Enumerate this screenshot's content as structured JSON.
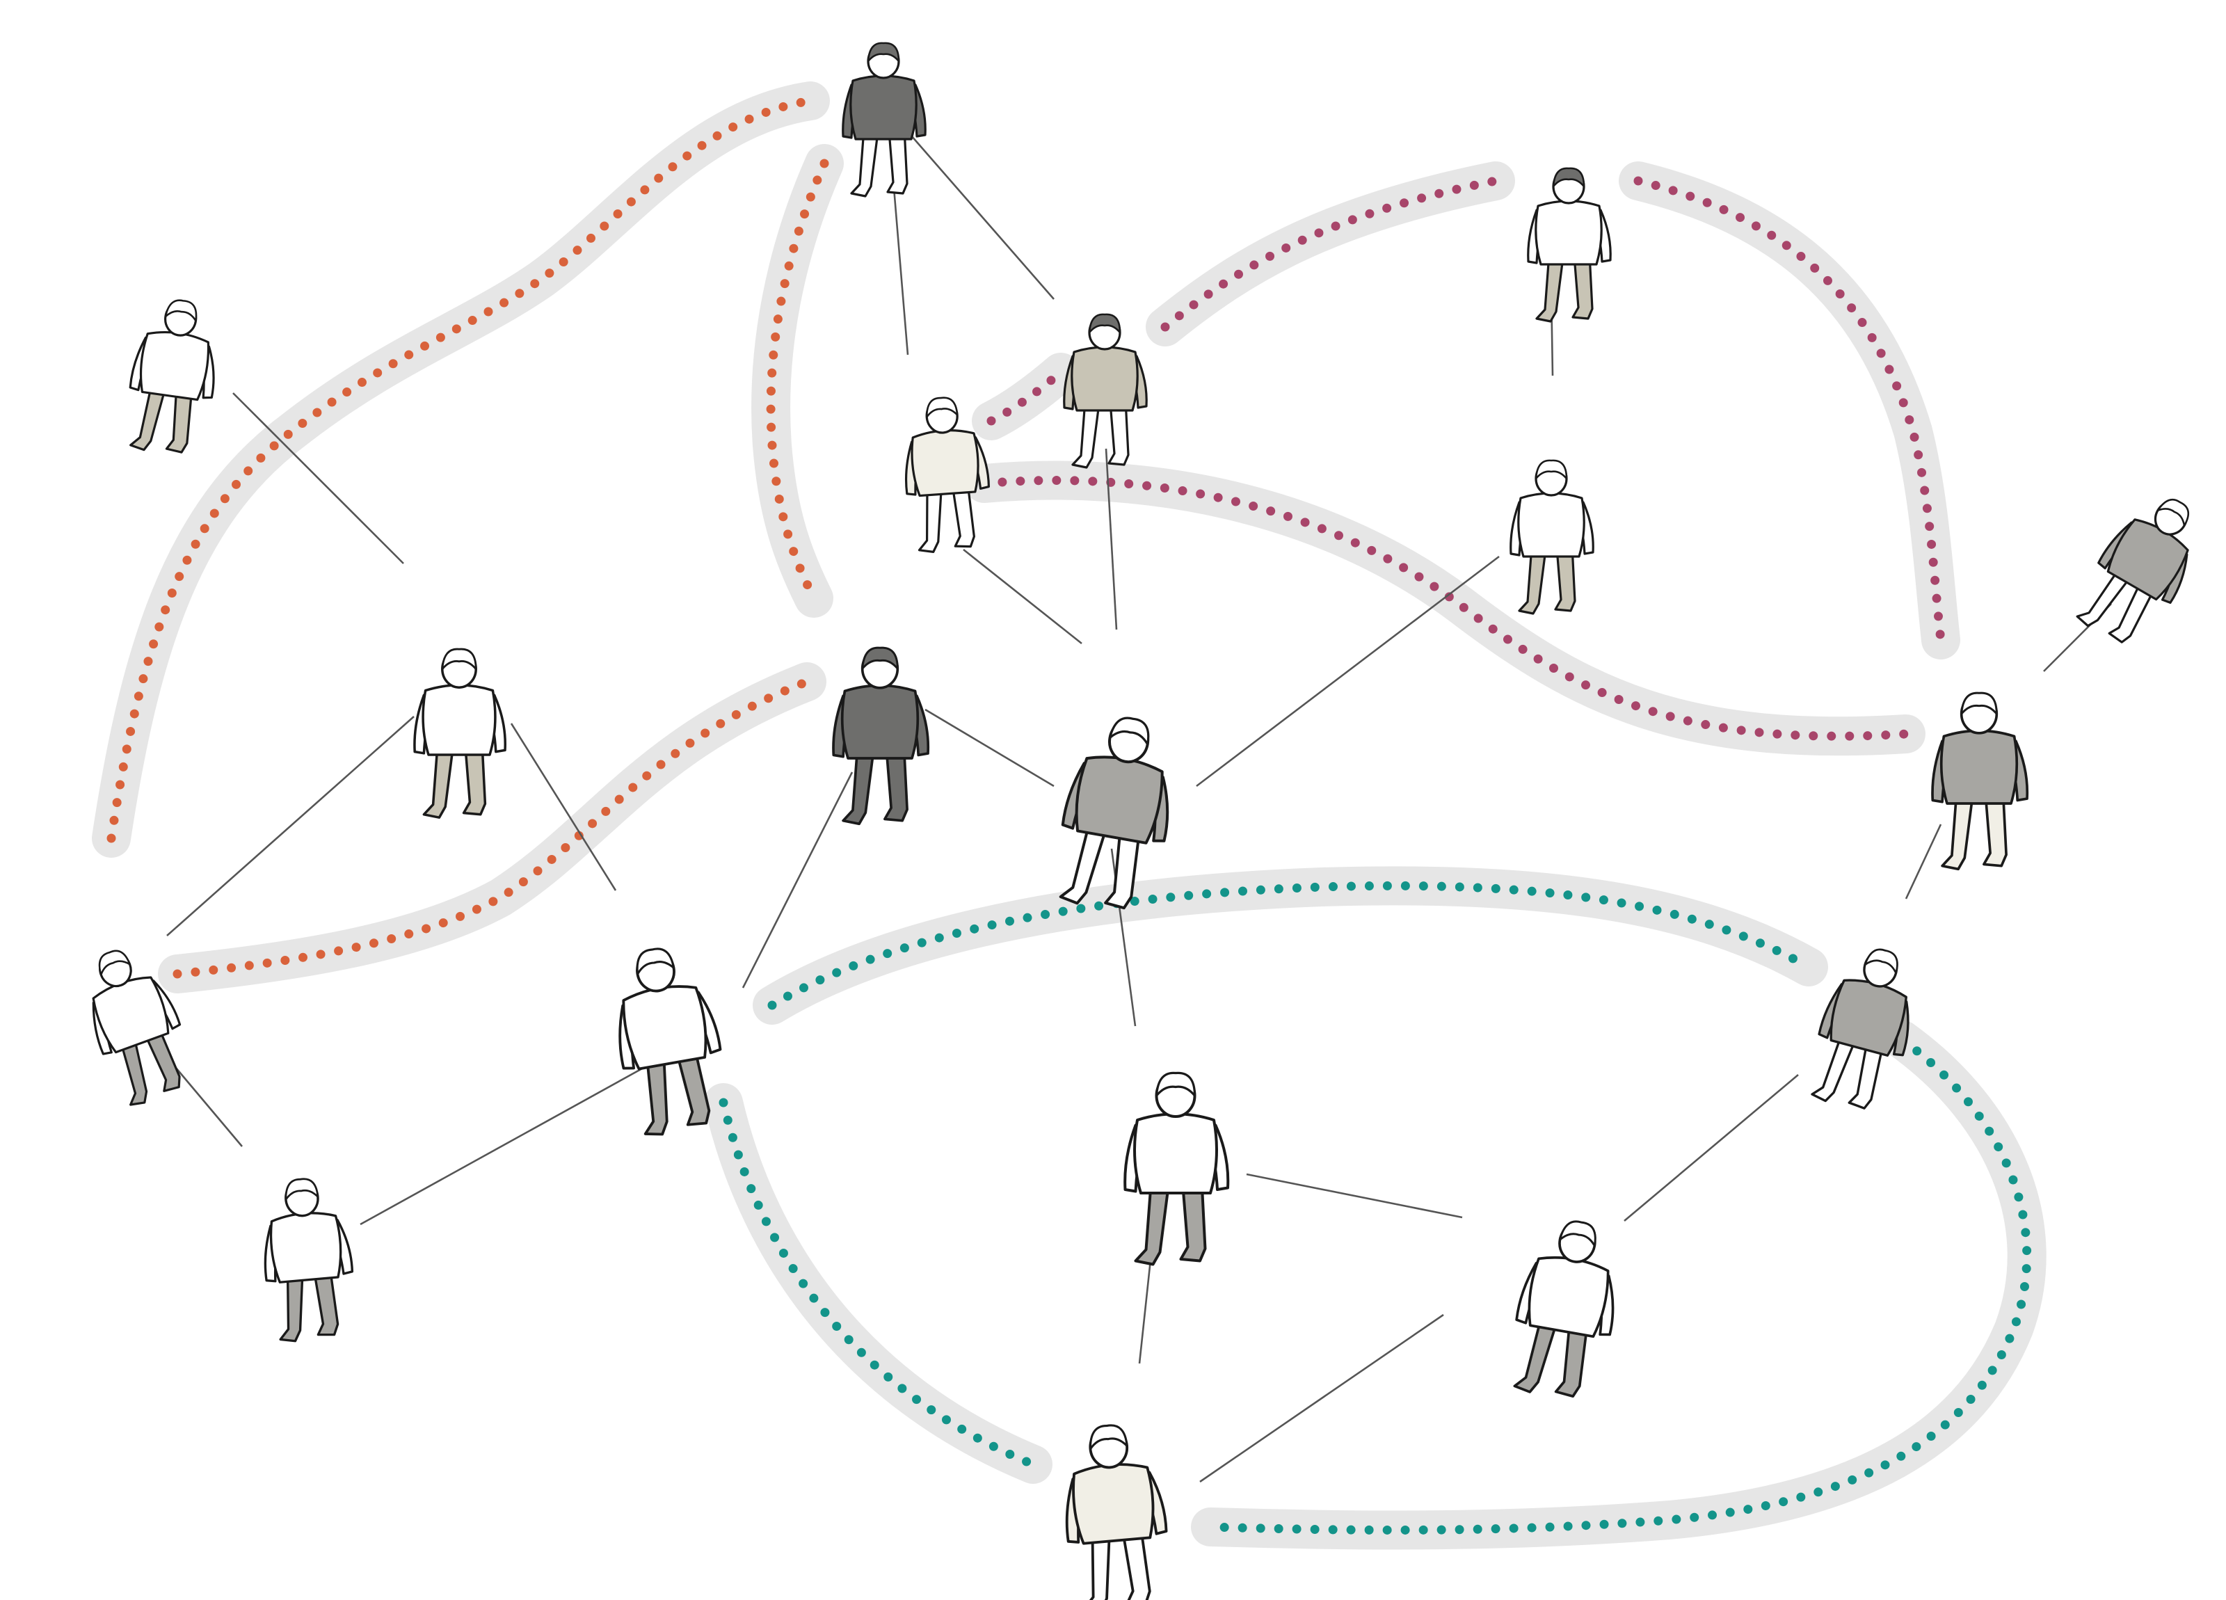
{
  "colors": {
    "background": "#ffffff",
    "band": "#e6e6e6",
    "orange_path": "#d9623b",
    "magenta_path": "#a8456a",
    "teal_path": "#13948a",
    "link_line": "#555555",
    "outline": "#1a1a1a",
    "fills": {
      "white": "#ffffff",
      "cream": "#f1efe6",
      "beige": "#c8c4b5",
      "grey": "#a7a6a2",
      "dark": "#6e6e6c"
    }
  },
  "paths": [
    {
      "id": "orange-path-left-arc",
      "color": "orange"
    },
    {
      "id": "orange-path-center-arc",
      "color": "orange"
    },
    {
      "id": "orange-path-lower-wave",
      "color": "orange"
    },
    {
      "id": "magenta-path-short",
      "color": "magenta"
    },
    {
      "id": "magenta-path-upper",
      "color": "magenta"
    },
    {
      "id": "magenta-path-right-arc",
      "color": "magenta"
    },
    {
      "id": "magenta-path-middle-wave",
      "color": "magenta"
    },
    {
      "id": "teal-path-middle-arc",
      "color": "teal"
    },
    {
      "id": "teal-path-lower-left-arc",
      "color": "teal"
    },
    {
      "id": "teal-path-lower-right-loop",
      "color": "teal"
    }
  ],
  "people": [
    {
      "id": "person-top-center",
      "shirt": "dark",
      "pants": "white",
      "hair": "dark"
    },
    {
      "id": "person-upper-left",
      "shirt": "white",
      "pants": "beige",
      "hair": "white"
    },
    {
      "id": "person-upper-center-right",
      "shirt": "beige",
      "pants": "white",
      "hair": "dark"
    },
    {
      "id": "person-upper-center",
      "shirt": "cream",
      "pants": "white",
      "hair": "white"
    },
    {
      "id": "person-upper-right-a",
      "shirt": "white",
      "pants": "beige",
      "hair": "dark"
    },
    {
      "id": "person-upper-right-b",
      "shirt": "white",
      "pants": "beige",
      "hair": "white"
    },
    {
      "id": "person-far-right",
      "shirt": "grey",
      "pants": "white",
      "hair": "white"
    },
    {
      "id": "person-left-middle-backpack",
      "shirt": "white",
      "pants": "beige",
      "hair": "white"
    },
    {
      "id": "person-center-dark-suit",
      "shirt": "dark",
      "pants": "dark",
      "hair": "dark"
    },
    {
      "id": "person-center-grey-coat",
      "shirt": "grey",
      "pants": "white",
      "hair": "white"
    },
    {
      "id": "person-right-skirt",
      "shirt": "grey",
      "pants": "cream",
      "hair": "white"
    },
    {
      "id": "person-far-left",
      "shirt": "white",
      "pants": "grey",
      "hair": "white"
    },
    {
      "id": "person-lower-left-center",
      "shirt": "white",
      "pants": "grey",
      "hair": "white"
    },
    {
      "id": "person-right-middle",
      "shirt": "grey",
      "pants": "white",
      "hair": "white"
    },
    {
      "id": "person-lower-center-skirt",
      "shirt": "white",
      "pants": "grey",
      "hair": "white"
    },
    {
      "id": "person-lower-left",
      "shirt": "white",
      "pants": "grey",
      "hair": "white"
    },
    {
      "id": "person-lower-right",
      "shirt": "white",
      "pants": "grey",
      "hair": "white"
    },
    {
      "id": "person-bottom-center",
      "shirt": "cream",
      "pants": "white",
      "hair": "white"
    }
  ],
  "links": [
    {
      "id": "link-top-to-upper-center"
    },
    {
      "id": "link-top-to-upper-center-right"
    },
    {
      "id": "link-upper-left-to-backpack"
    },
    {
      "id": "link-upper-center-to-grey-coat"
    },
    {
      "id": "link-upper-center-right-to-grey-coat"
    },
    {
      "id": "link-upper-right-a-to-b"
    },
    {
      "id": "link-upper-right-b-to-grey-coat"
    },
    {
      "id": "link-far-right-to-skirt"
    },
    {
      "id": "link-backpack-to-far-left"
    },
    {
      "id": "link-backpack-to-lower-left-center"
    },
    {
      "id": "link-dark-suit-to-grey-coat"
    },
    {
      "id": "link-dark-suit-to-lower-left-center"
    },
    {
      "id": "link-grey-coat-to-lower-center-skirt"
    },
    {
      "id": "link-skirt-to-right-middle"
    },
    {
      "id": "link-far-left-to-lower-left"
    },
    {
      "id": "link-lower-left-center-to-lower-left"
    },
    {
      "id": "link-lower-center-skirt-to-lower-right"
    },
    {
      "id": "link-lower-center-skirt-to-bottom-center"
    },
    {
      "id": "link-right-middle-to-lower-right"
    },
    {
      "id": "link-lower-right-to-bottom-center"
    }
  ]
}
